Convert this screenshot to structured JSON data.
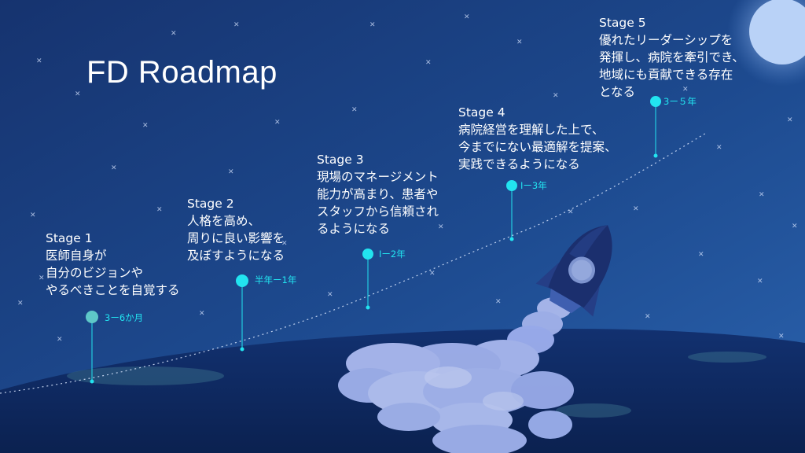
{
  "title": "FD Roadmap",
  "colors": {
    "accent": "#22e4f0",
    "stage1_dot": "#5ec8c8",
    "background_top": "#1c3f86",
    "background_bottom": "#0d2350"
  },
  "stages": [
    {
      "label": "Stage 1",
      "description": "医師自身が\n自分のビジョンや\nやるべきことを自覚する",
      "duration": "3ー6か月"
    },
    {
      "label": "Stage 2",
      "description": "人格を高め、\n周りに良い影響を\n及ぼすようになる",
      "duration": "半年ー1年"
    },
    {
      "label": "Stage 3",
      "description": "現場のマネージメント\n能力が高まり、患者や\nスタッフから信頼され\nるようになる",
      "duration": "Iー2年"
    },
    {
      "label": "Stage 4",
      "description": "病院経営を理解した上で、\n今までにない最適解を提案、\n実践できるようになる",
      "duration": "Iー3年"
    },
    {
      "label": "Stage 5",
      "description": "優れたリーダーシップを\n発揮し、病院を牽引でき、\n地域にも貢献できる存在\nとなる",
      "duration": "3ー５年"
    }
  ]
}
